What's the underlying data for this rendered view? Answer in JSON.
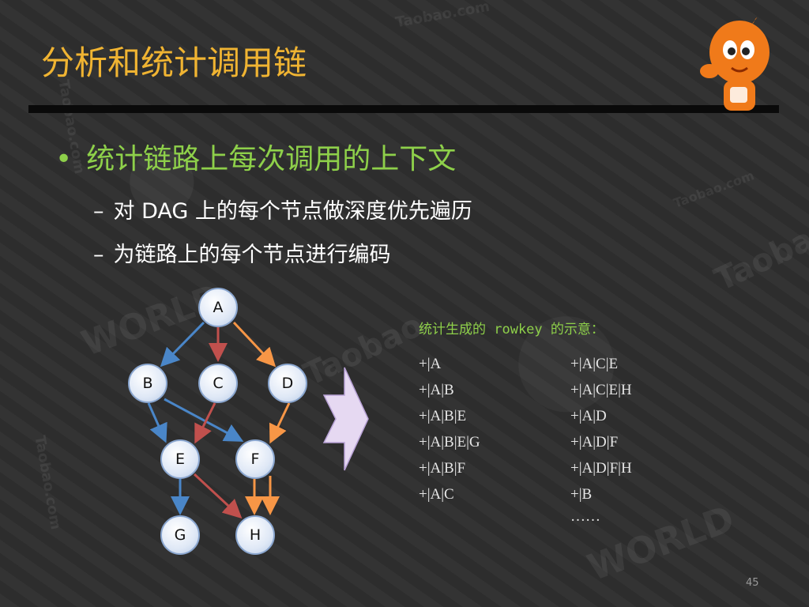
{
  "slide": {
    "title": "分析和统计调用链",
    "page_number": "45"
  },
  "bullet": {
    "text": "统计链路上每次调用的上下文",
    "marker": "•"
  },
  "sub_items": [
    {
      "marker": "–",
      "text": "对 DAG 上的每个节点做深度优先遍历"
    },
    {
      "marker": "–",
      "text": "为链路上的每个节点进行编码"
    }
  ],
  "dag": {
    "nodes": [
      "A",
      "B",
      "C",
      "D",
      "E",
      "F",
      "G",
      "H"
    ],
    "edges": [
      {
        "from": "A",
        "to": "B",
        "color": "#4a86c8"
      },
      {
        "from": "A",
        "to": "C",
        "color": "#c0504d"
      },
      {
        "from": "A",
        "to": "D",
        "color": "#f79646"
      },
      {
        "from": "B",
        "to": "E",
        "color": "#4a86c8"
      },
      {
        "from": "B",
        "to": "F",
        "color": "#4a86c8"
      },
      {
        "from": "C",
        "to": "E",
        "color": "#c0504d"
      },
      {
        "from": "D",
        "to": "F",
        "color": "#f79646"
      },
      {
        "from": "E",
        "to": "G",
        "color": "#4a86c8"
      },
      {
        "from": "E",
        "to": "H",
        "color": "#c0504d"
      },
      {
        "from": "F",
        "to": "H",
        "color": "#f79646"
      }
    ]
  },
  "rowkey": {
    "caption": "统计生成的 rowkey 的示意：",
    "left": [
      "+|A",
      "+|A|B",
      "+|A|B|E",
      "+|A|B|E|G",
      "+|A|B|F",
      "+|A|C"
    ],
    "right": [
      "+|A|C|E",
      "+|A|C|E|H",
      "+|A|D",
      "+|A|D|F",
      "+|A|D|F|H",
      "+|B"
    ],
    "more": "……"
  },
  "colors": {
    "title": "#f0b432",
    "bullet": "#8ed04a",
    "arrow_fill": "#e6d9f2",
    "arrow_stroke": "#b8a2d6"
  }
}
